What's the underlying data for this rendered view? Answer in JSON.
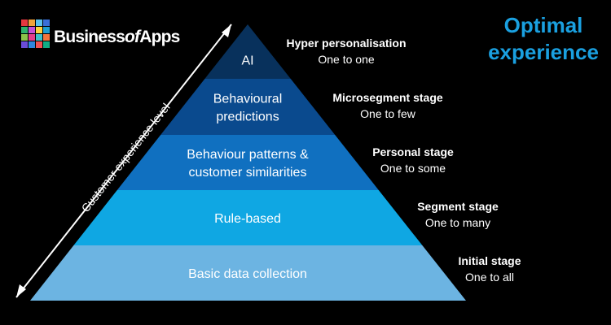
{
  "brand": {
    "name_part1": "Business",
    "name_part2": "of",
    "name_part3": "Apps",
    "tile_colors": [
      "#e6373f",
      "#f2a23a",
      "#5bc0eb",
      "#3a6fd8",
      "#2fb26b",
      "#c84fd6",
      "#ffd23f",
      "#1f9fd0",
      "#8bc34a",
      "#e53d8b",
      "#3fc1c9",
      "#f4743b",
      "#6a4cd6",
      "#2e86de",
      "#ee5253",
      "#10ac84"
    ]
  },
  "header": {
    "line1": "Optimal",
    "line2": "experience",
    "color": "#1aa0e0"
  },
  "axis": {
    "label": "Customer experience level"
  },
  "pyramid": {
    "tiers": [
      {
        "lines": [
          "AI"
        ],
        "color": "#08315c"
      },
      {
        "lines": [
          "Behavioural",
          "predictions"
        ],
        "color": "#0a4a8e"
      },
      {
        "lines": [
          "Behaviour patterns &",
          "customer similarities"
        ],
        "color": "#1070c0"
      },
      {
        "lines": [
          "Rule-based"
        ],
        "color": "#0fa7e3"
      },
      {
        "lines": [
          "Basic data collection"
        ],
        "color": "#6cb4e2"
      }
    ]
  },
  "stages": [
    {
      "title": "Hyper personalisation",
      "subtitle": "One to one"
    },
    {
      "title": "Microsegment stage",
      "subtitle": "One to few"
    },
    {
      "title": "Personal stage",
      "subtitle": "One to some"
    },
    {
      "title": "Segment stage",
      "subtitle": "One to many"
    },
    {
      "title": "Initial stage",
      "subtitle": "One to all"
    }
  ]
}
